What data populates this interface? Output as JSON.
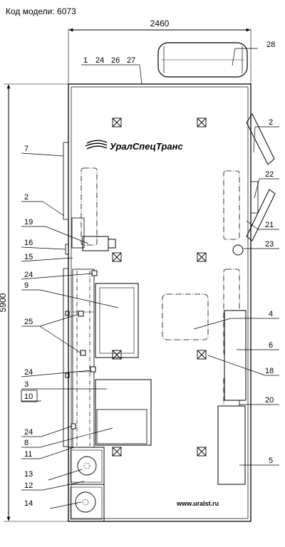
{
  "model_code": "Код модели: 6073",
  "dimensions": {
    "width": "2460",
    "length": "5900"
  },
  "brand": "УралСпецТранс",
  "website": "www.uralst.ru",
  "callouts": {
    "c1": "1",
    "c24a": "24",
    "c26": "26",
    "c27": "27",
    "c28": "28",
    "c7": "7",
    "c2L": "2",
    "c19": "19",
    "c16": "16",
    "c15": "15",
    "c24b": "24",
    "c9": "9",
    "c25": "25",
    "c24c": "24",
    "c3": "3",
    "c10": "10",
    "c24d": "24",
    "c8": "8",
    "c11": "11",
    "c13": "13",
    "c12": "12",
    "c14": "14",
    "c2R": "2",
    "c22": "22",
    "c21": "21",
    "c23": "23",
    "c4": "4",
    "c6": "6",
    "c18": "18",
    "c20": "20",
    "c5": "5"
  }
}
